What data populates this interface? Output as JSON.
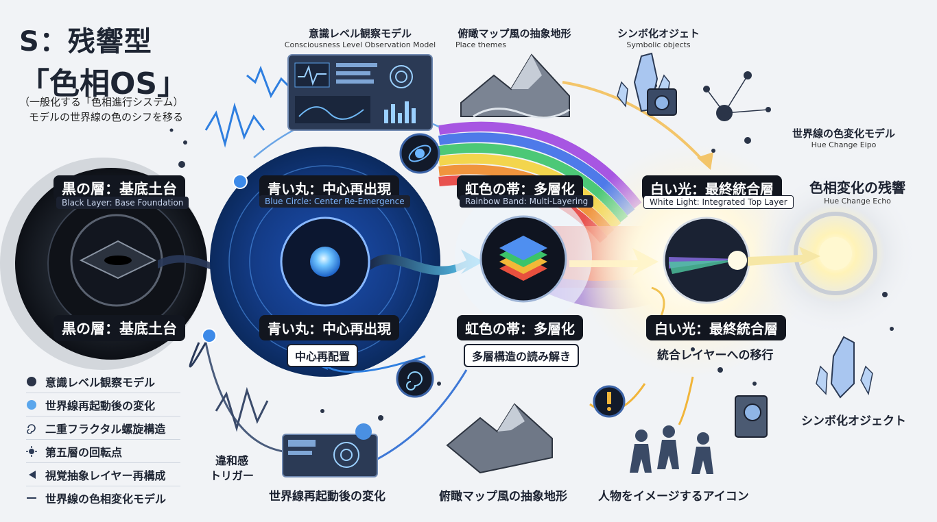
{
  "title": {
    "main": "S：残響型",
    "os": "「色相OS」",
    "sub1": "（一般化する「色相進行システム）",
    "sub2": "モデルの世界線の色のシフを移る"
  },
  "headers": {
    "consciousness": {
      "jp": "意識レベル観察モデル",
      "en": "Consciousness Level Observation Model"
    },
    "place": {
      "jp": "俯瞰マップ風の抽象地形",
      "en": "Place themes"
    },
    "symbolic": {
      "jp": "シンボ化オジェト",
      "en": "Symbolic objects"
    },
    "hue_change": {
      "jp": "世界線の色変化モデル",
      "en": "Hue Change Eipo"
    }
  },
  "stages": {
    "black": {
      "title": "黒の層：基底土台",
      "en": "Black Layer: Base Foundation",
      "bottom": "黒の層：基底土台"
    },
    "blue": {
      "title": "青い丸：中心再出現",
      "en": "Blue Circle: Center Re-Emergence",
      "bottom": "青い丸：中心再出現",
      "sub": "中心再配置"
    },
    "rainbow": {
      "title": "虹色の帯：多層化",
      "en": "Rainbow Band: Multi-Layering",
      "bottom": "虹色の帯：多層化",
      "sub": "多層構造の読み解き"
    },
    "white": {
      "title": "白い光：最終統合層",
      "en": "White Light: Integrated Top Layer",
      "bottom": "白い光：最終統合層",
      "sub": "統合レイヤーへの移行"
    },
    "echo": {
      "title": "色相変化の残響",
      "en": "Hue Change Echo"
    }
  },
  "bottom_captions": {
    "trigger": "違和感\nトリガー",
    "restart": "世界線再起動後の変化",
    "terrain": "俯瞰マップ風の抽象地形",
    "people": "人物をイメージするアイコン",
    "symbol": "シンボ化オジェクト"
  },
  "legend": [
    {
      "icon": "dark-dot-icon",
      "label": "意識レベル観察モデル"
    },
    {
      "icon": "blue-dot-icon",
      "label": "世界線再起動後の変化"
    },
    {
      "icon": "spiral-icon",
      "label": "二重フラクタル螺旋構造"
    },
    {
      "icon": "sun-icon",
      "label": "第五層の回転点"
    },
    {
      "icon": "layers-arrow-icon",
      "label": "視覚抽象レイヤー再構成"
    },
    {
      "icon": "line-icon",
      "label": "世界線の色相変化モデル"
    }
  ],
  "colors": {
    "dark": "#12161f",
    "blue": "#2f7fe0",
    "white_glow": "#fff7d6",
    "accent_gold": "#f1b53a"
  }
}
